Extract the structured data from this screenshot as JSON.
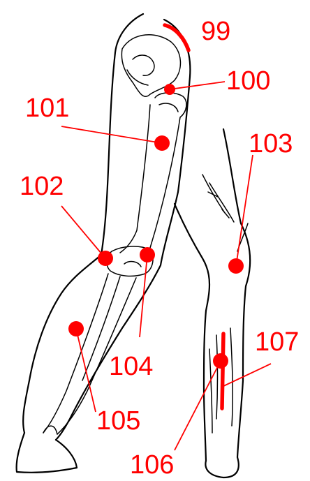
{
  "point_color": "#ff0000",
  "outline_color": "#000000",
  "points": [
    {
      "id": "99",
      "label": "99"
    },
    {
      "id": "100",
      "label": "100"
    },
    {
      "id": "101",
      "label": "101"
    },
    {
      "id": "102",
      "label": "102"
    },
    {
      "id": "103",
      "label": "103"
    },
    {
      "id": "104",
      "label": "104"
    },
    {
      "id": "105",
      "label": "105"
    },
    {
      "id": "106",
      "label": "106"
    },
    {
      "id": "107",
      "label": "107"
    }
  ]
}
